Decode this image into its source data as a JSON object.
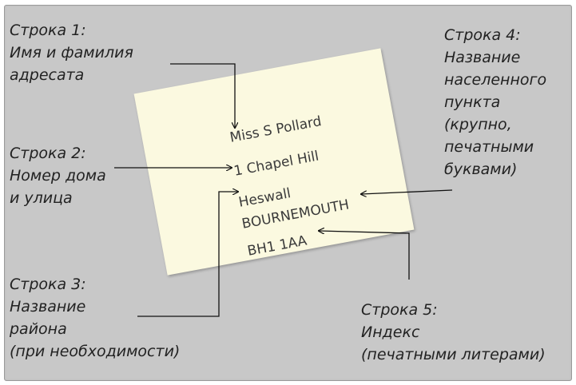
{
  "labels": {
    "line1": {
      "title": "Строка 1:",
      "text1": "Имя и фамилия",
      "text2": "адресата"
    },
    "line2": {
      "title": "Строка 2:",
      "text1": "Номер дома",
      "text2": "и улица"
    },
    "line3": {
      "title": "Строка 3:",
      "text1": "Название",
      "text2": "района",
      "text3": "(при необходимости)"
    },
    "line4": {
      "title": "Строка 4:",
      "text1": "Название",
      "text2": "населенного",
      "text3": "пункта",
      "text4": "(крупно,",
      "text5": "печатными",
      "text6": "буквами)"
    },
    "line5": {
      "title": "Строка 5:",
      "text1": "Индекс",
      "text2": "(печатными литерами)"
    }
  },
  "address": {
    "name": "Miss S Pollard",
    "street": "1 Chapel Hill",
    "district": "Heswall",
    "town": "BOURNEMOUTH",
    "postcode": "BH1 1AA"
  },
  "colors": {
    "panel": "#c8c8c8",
    "envelope": "#fbf9e0",
    "text": "#222222"
  }
}
